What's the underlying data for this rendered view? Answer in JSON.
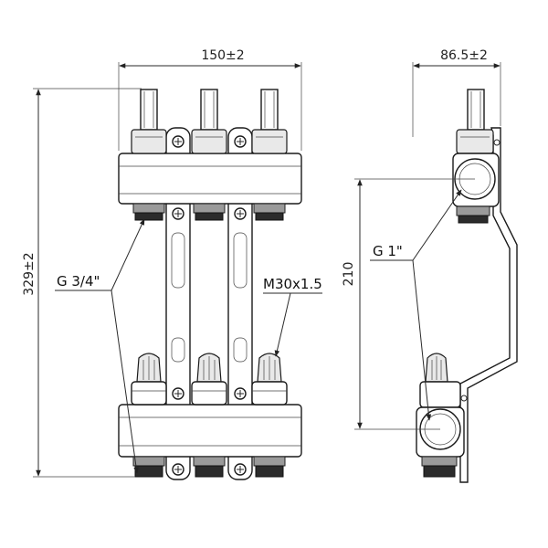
{
  "dimensions": {
    "front_width": "150",
    "front_width_tol": "±2",
    "side_depth": "86.5",
    "side_depth_tol": "±2",
    "total_height": "329",
    "total_height_tol": "±2",
    "axis_distance": "210"
  },
  "labels": {
    "outlet_thread": "G 3/4\"",
    "main_thread": "G 1\"",
    "valve_thread": "M30x1.5"
  },
  "colors": {
    "line": "#1a1a1a",
    "fill_dark": "#2b2b2b",
    "fill_mid": "#9a9a9a",
    "fill_light": "#e9e9e9"
  }
}
